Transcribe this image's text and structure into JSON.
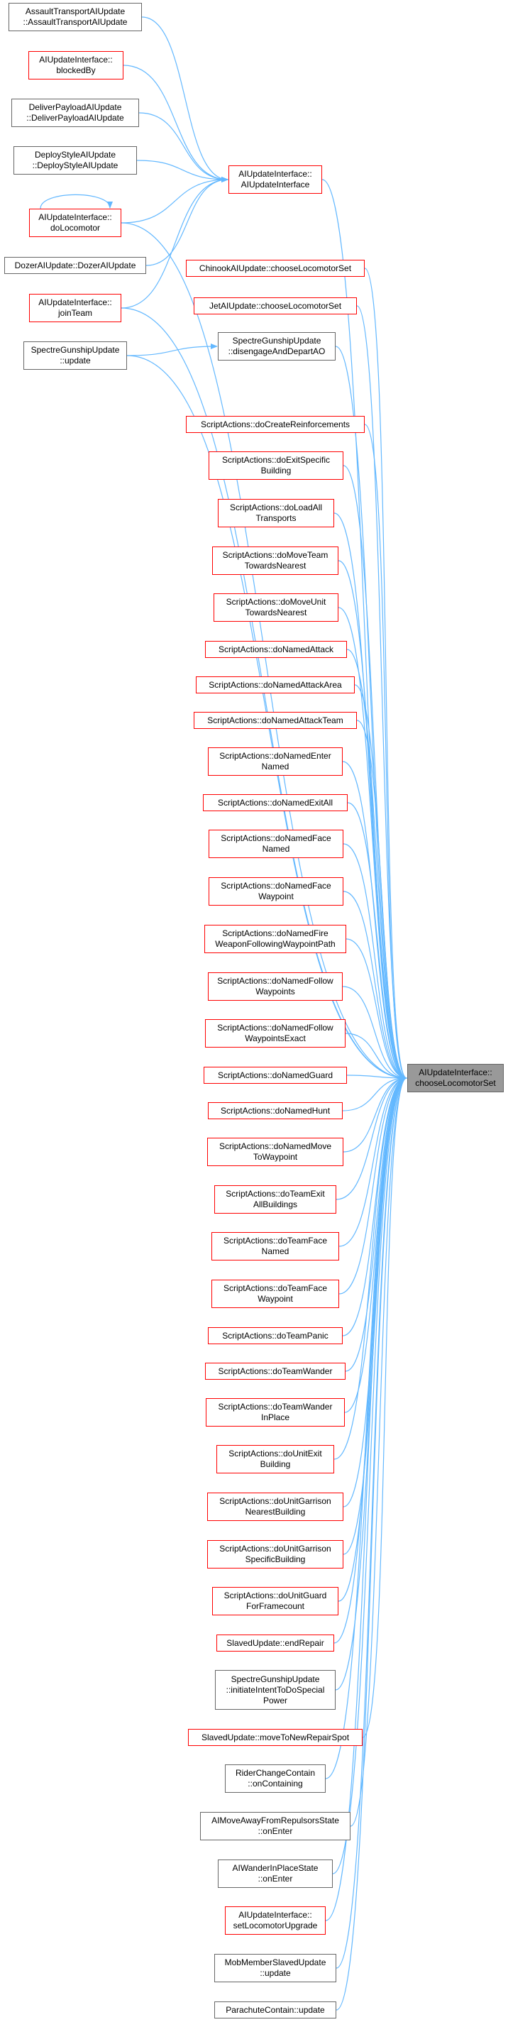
{
  "colors": {
    "edge": "#63b8ff",
    "caller_border": "#ff0000",
    "plain_border": "#666666",
    "focus_fill": "#999999"
  },
  "nodes": [
    {
      "id": "n_assault",
      "lines": [
        "AssaultTransportAIUpdate",
        "::AssaultTransportAIUpdate"
      ],
      "style": "plain"
    },
    {
      "id": "n_blocked",
      "lines": [
        "AIUpdateInterface::",
        "blockedBy"
      ],
      "style": "red"
    },
    {
      "id": "n_deliver",
      "lines": [
        "DeliverPayloadAIUpdate",
        "::DeliverPayloadAIUpdate"
      ],
      "style": "plain"
    },
    {
      "id": "n_deploy",
      "lines": [
        "DeployStyleAIUpdate",
        "::DeployStyleAIUpdate"
      ],
      "style": "plain"
    },
    {
      "id": "n_dolocomotor",
      "lines": [
        "AIUpdateInterface::",
        "doLocomotor"
      ],
      "style": "red"
    },
    {
      "id": "n_dozer",
      "lines": [
        "DozerAIUpdate::DozerAIUpdate"
      ],
      "style": "plain"
    },
    {
      "id": "n_jointeam",
      "lines": [
        "AIUpdateInterface::",
        "joinTeam"
      ],
      "style": "red"
    },
    {
      "id": "n_spectre_update",
      "lines": [
        "SpectreGunshipUpdate",
        "::update"
      ],
      "style": "plain"
    },
    {
      "id": "n_aiupdateinterface",
      "lines": [
        "AIUpdateInterface::",
        "AIUpdateInterface"
      ],
      "style": "red"
    },
    {
      "id": "n_chinook",
      "lines": [
        "ChinookAIUpdate::chooseLocomotorSet"
      ],
      "style": "red"
    },
    {
      "id": "n_jet",
      "lines": [
        "JetAIUpdate::chooseLocomotorSet"
      ],
      "style": "red"
    },
    {
      "id": "n_spectre_disengage",
      "lines": [
        "SpectreGunshipUpdate",
        "::disengageAndDepartAO"
      ],
      "style": "plain"
    },
    {
      "id": "n_s1",
      "lines": [
        "ScriptActions::doCreateReinforcements"
      ],
      "style": "red"
    },
    {
      "id": "n_s2",
      "lines": [
        "ScriptActions::doExitSpecific",
        "Building"
      ],
      "style": "red"
    },
    {
      "id": "n_s3",
      "lines": [
        "ScriptActions::doLoadAll",
        "Transports"
      ],
      "style": "red"
    },
    {
      "id": "n_s4",
      "lines": [
        "ScriptActions::doMoveTeam",
        "TowardsNearest"
      ],
      "style": "red"
    },
    {
      "id": "n_s5",
      "lines": [
        "ScriptActions::doMoveUnit",
        "TowardsNearest"
      ],
      "style": "red"
    },
    {
      "id": "n_s6",
      "lines": [
        "ScriptActions::doNamedAttack"
      ],
      "style": "red"
    },
    {
      "id": "n_s7",
      "lines": [
        "ScriptActions::doNamedAttackArea"
      ],
      "style": "red"
    },
    {
      "id": "n_s8",
      "lines": [
        "ScriptActions::doNamedAttackTeam"
      ],
      "style": "red"
    },
    {
      "id": "n_s9",
      "lines": [
        "ScriptActions::doNamedEnter",
        "Named"
      ],
      "style": "red"
    },
    {
      "id": "n_s10",
      "lines": [
        "ScriptActions::doNamedExitAll"
      ],
      "style": "red"
    },
    {
      "id": "n_s11",
      "lines": [
        "ScriptActions::doNamedFace",
        "Named"
      ],
      "style": "red"
    },
    {
      "id": "n_s12",
      "lines": [
        "ScriptActions::doNamedFace",
        "Waypoint"
      ],
      "style": "red"
    },
    {
      "id": "n_s13",
      "lines": [
        "ScriptActions::doNamedFire",
        "WeaponFollowingWaypointPath"
      ],
      "style": "red"
    },
    {
      "id": "n_s14",
      "lines": [
        "ScriptActions::doNamedFollow",
        "Waypoints"
      ],
      "style": "red"
    },
    {
      "id": "n_s15",
      "lines": [
        "ScriptActions::doNamedFollow",
        "WaypointsExact"
      ],
      "style": "red"
    },
    {
      "id": "n_s16",
      "lines": [
        "ScriptActions::doNamedGuard"
      ],
      "style": "red"
    },
    {
      "id": "n_s17",
      "lines": [
        "ScriptActions::doNamedHunt"
      ],
      "style": "red"
    },
    {
      "id": "n_s18",
      "lines": [
        "ScriptActions::doNamedMove",
        "ToWaypoint"
      ],
      "style": "red"
    },
    {
      "id": "n_s19",
      "lines": [
        "ScriptActions::doTeamExit",
        "AllBuildings"
      ],
      "style": "red"
    },
    {
      "id": "n_s20",
      "lines": [
        "ScriptActions::doTeamFace",
        "Named"
      ],
      "style": "red"
    },
    {
      "id": "n_s21",
      "lines": [
        "ScriptActions::doTeamFace",
        "Waypoint"
      ],
      "style": "red"
    },
    {
      "id": "n_s22",
      "lines": [
        "ScriptActions::doTeamPanic"
      ],
      "style": "red"
    },
    {
      "id": "n_s23",
      "lines": [
        "ScriptActions::doTeamWander"
      ],
      "style": "red"
    },
    {
      "id": "n_s24",
      "lines": [
        "ScriptActions::doTeamWander",
        "InPlace"
      ],
      "style": "red"
    },
    {
      "id": "n_s25",
      "lines": [
        "ScriptActions::doUnitExit",
        "Building"
      ],
      "style": "red"
    },
    {
      "id": "n_s26",
      "lines": [
        "ScriptActions::doUnitGarrison",
        "NearestBuilding"
      ],
      "style": "red"
    },
    {
      "id": "n_s27",
      "lines": [
        "ScriptActions::doUnitGarrison",
        "SpecificBuilding"
      ],
      "style": "red"
    },
    {
      "id": "n_s28",
      "lines": [
        "ScriptActions::doUnitGuard",
        "ForFramecount"
      ],
      "style": "red"
    },
    {
      "id": "n_slaved_end",
      "lines": [
        "SlavedUpdate::endRepair"
      ],
      "style": "red"
    },
    {
      "id": "n_spectre_intent",
      "lines": [
        "SpectreGunshipUpdate",
        "::initiateIntentToDoSpecial",
        "Power"
      ],
      "style": "plain"
    },
    {
      "id": "n_slaved_move",
      "lines": [
        "SlavedUpdate::moveToNewRepairSpot"
      ],
      "style": "red"
    },
    {
      "id": "n_rider",
      "lines": [
        "RiderChangeContain",
        "::onContaining"
      ],
      "style": "plain"
    },
    {
      "id": "n_aimoveaway",
      "lines": [
        "AIMoveAwayFromRepulsorsState",
        "::onEnter"
      ],
      "style": "plain"
    },
    {
      "id": "n_aiwander",
      "lines": [
        "AIWanderInPlaceState",
        "::onEnter"
      ],
      "style": "plain"
    },
    {
      "id": "n_setlocoupgrade",
      "lines": [
        "AIUpdateInterface::",
        "setLocomotorUpgrade"
      ],
      "style": "red"
    },
    {
      "id": "n_mobmember",
      "lines": [
        "MobMemberSlavedUpdate",
        "::update"
      ],
      "style": "plain"
    },
    {
      "id": "n_parachute",
      "lines": [
        "ParachuteContain::update"
      ],
      "style": "plain"
    },
    {
      "id": "n_focus",
      "lines": [
        "AIUpdateInterface::",
        "chooseLocomotorSet"
      ],
      "style": "focus"
    }
  ],
  "edges": [
    {
      "from": "n_assault",
      "to": "n_aiupdateinterface"
    },
    {
      "from": "n_blocked",
      "to": "n_aiupdateinterface"
    },
    {
      "from": "n_deliver",
      "to": "n_aiupdateinterface"
    },
    {
      "from": "n_deploy",
      "to": "n_aiupdateinterface"
    },
    {
      "from": "n_dolocomotor",
      "to": "n_aiupdateinterface"
    },
    {
      "from": "n_dozer",
      "to": "n_aiupdateinterface"
    },
    {
      "from": "n_jointeam",
      "to": "n_aiupdateinterface"
    },
    {
      "from": "n_dolocomotor",
      "to": "n_dolocomotor",
      "self": true
    },
    {
      "from": "n_dolocomotor",
      "to": "n_focus"
    },
    {
      "from": "n_jointeam",
      "to": "n_focus"
    },
    {
      "from": "n_spectre_update",
      "to": "n_spectre_disengage"
    },
    {
      "from": "n_spectre_update",
      "to": "n_focus"
    },
    {
      "from": "n_aiupdateinterface",
      "to": "n_focus"
    },
    {
      "from": "n_chinook",
      "to": "n_focus"
    },
    {
      "from": "n_jet",
      "to": "n_focus"
    },
    {
      "from": "n_spectre_disengage",
      "to": "n_focus"
    },
    {
      "from": "n_s1",
      "to": "n_focus"
    },
    {
      "from": "n_s2",
      "to": "n_focus"
    },
    {
      "from": "n_s3",
      "to": "n_focus"
    },
    {
      "from": "n_s4",
      "to": "n_focus"
    },
    {
      "from": "n_s5",
      "to": "n_focus"
    },
    {
      "from": "n_s6",
      "to": "n_focus"
    },
    {
      "from": "n_s7",
      "to": "n_focus"
    },
    {
      "from": "n_s8",
      "to": "n_focus"
    },
    {
      "from": "n_s9",
      "to": "n_focus"
    },
    {
      "from": "n_s10",
      "to": "n_focus"
    },
    {
      "from": "n_s11",
      "to": "n_focus"
    },
    {
      "from": "n_s12",
      "to": "n_focus"
    },
    {
      "from": "n_s13",
      "to": "n_focus"
    },
    {
      "from": "n_s14",
      "to": "n_focus"
    },
    {
      "from": "n_s15",
      "to": "n_focus"
    },
    {
      "from": "n_s16",
      "to": "n_focus"
    },
    {
      "from": "n_s17",
      "to": "n_focus"
    },
    {
      "from": "n_s18",
      "to": "n_focus"
    },
    {
      "from": "n_s19",
      "to": "n_focus"
    },
    {
      "from": "n_s20",
      "to": "n_focus"
    },
    {
      "from": "n_s21",
      "to": "n_focus"
    },
    {
      "from": "n_s22",
      "to": "n_focus"
    },
    {
      "from": "n_s23",
      "to": "n_focus"
    },
    {
      "from": "n_s24",
      "to": "n_focus"
    },
    {
      "from": "n_s25",
      "to": "n_focus"
    },
    {
      "from": "n_s26",
      "to": "n_focus"
    },
    {
      "from": "n_s27",
      "to": "n_focus"
    },
    {
      "from": "n_s28",
      "to": "n_focus"
    },
    {
      "from": "n_slaved_end",
      "to": "n_focus"
    },
    {
      "from": "n_spectre_intent",
      "to": "n_focus"
    },
    {
      "from": "n_slaved_move",
      "to": "n_focus"
    },
    {
      "from": "n_rider",
      "to": "n_focus"
    },
    {
      "from": "n_aimoveaway",
      "to": "n_focus"
    },
    {
      "from": "n_aiwander",
      "to": "n_focus"
    },
    {
      "from": "n_setlocoupgrade",
      "to": "n_focus"
    },
    {
      "from": "n_mobmember",
      "to": "n_focus"
    },
    {
      "from": "n_parachute",
      "to": "n_focus"
    }
  ]
}
